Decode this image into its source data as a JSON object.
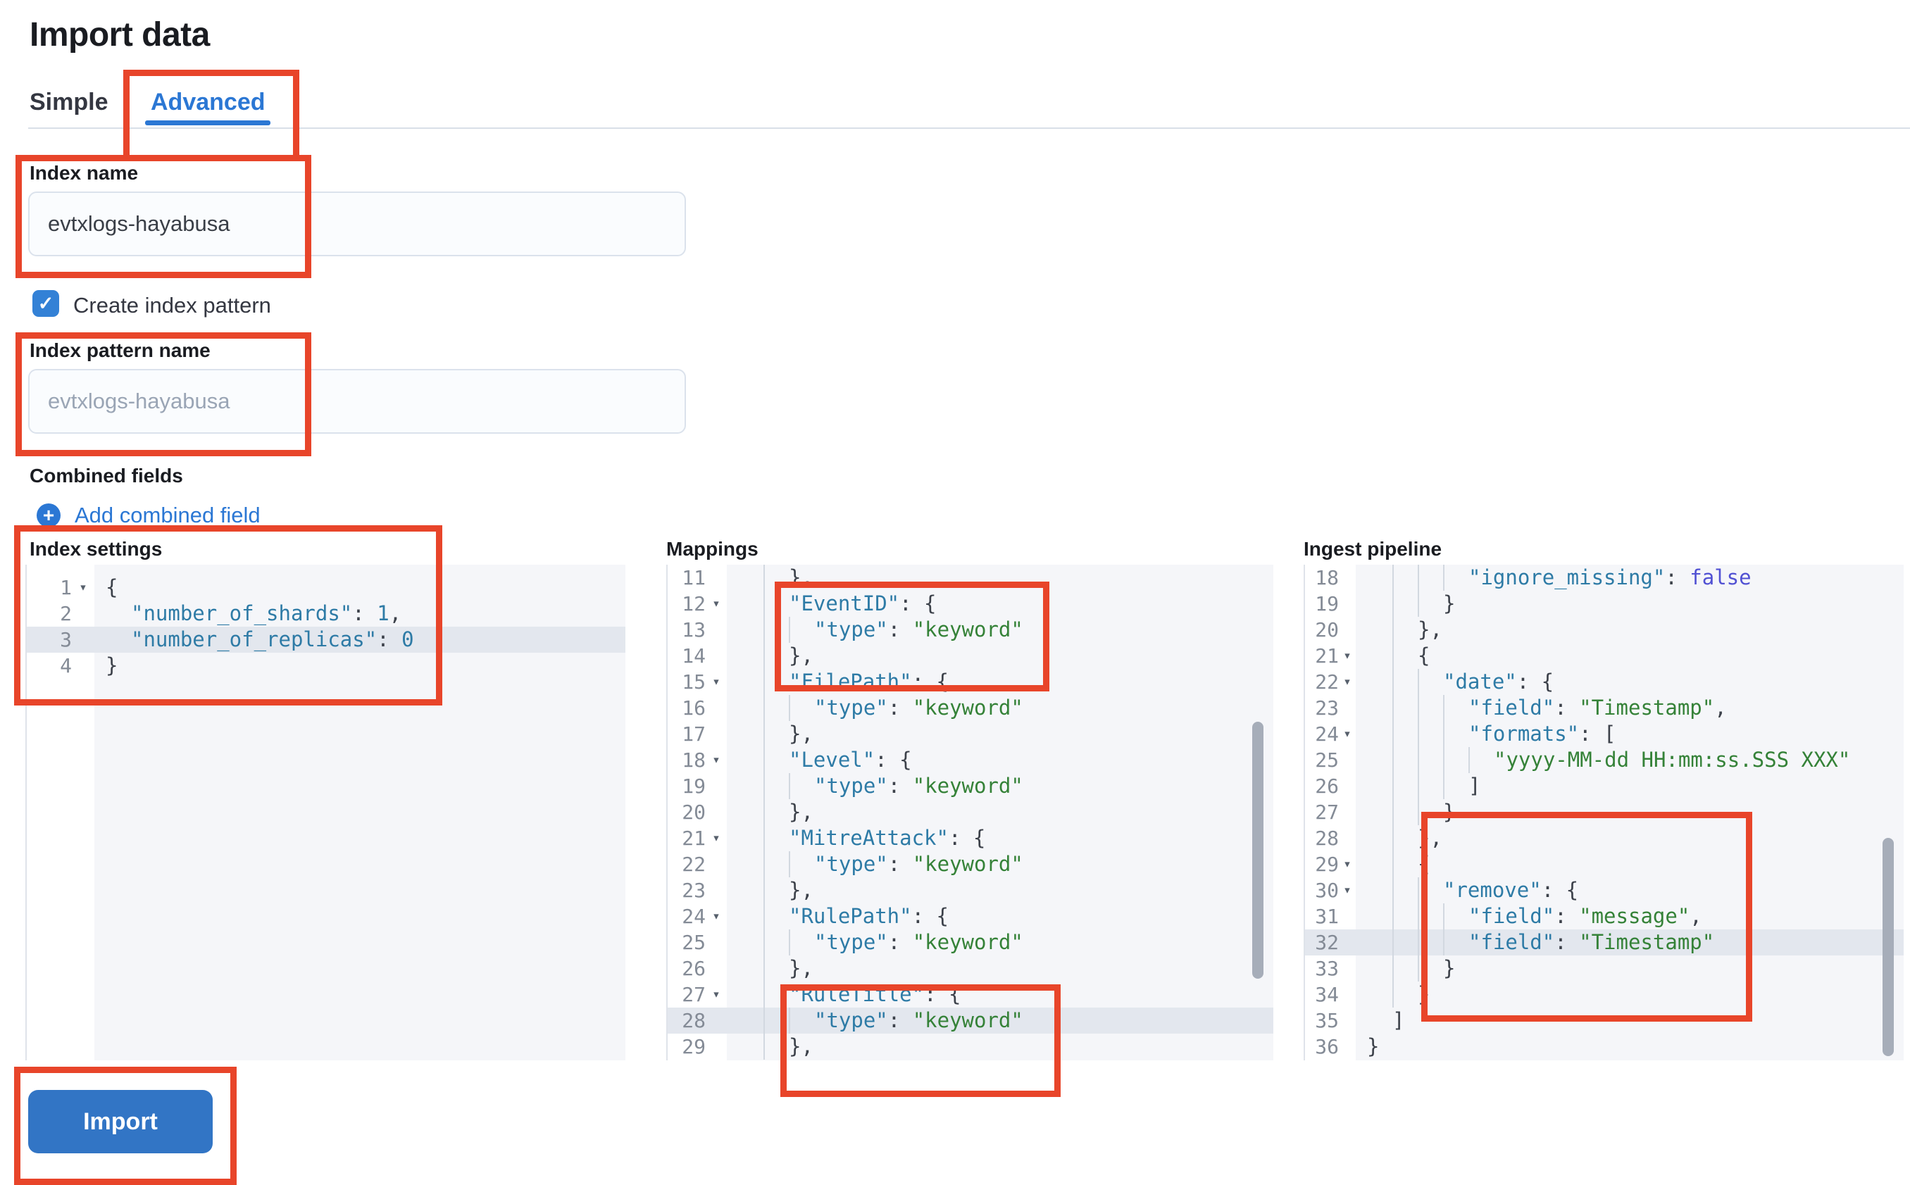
{
  "page": {
    "title": "Import data"
  },
  "tabs": {
    "simple": "Simple",
    "advanced": "Advanced",
    "selected": "Advanced"
  },
  "form": {
    "index_name": {
      "label": "Index name",
      "value": "evtxlogs-hayabusa"
    },
    "create_index_pattern": {
      "label": "Create index pattern",
      "checked": true
    },
    "index_pattern_name": {
      "label": "Index pattern name",
      "placeholder": "evtxlogs-hayabusa"
    },
    "combined_fields": {
      "label": "Combined fields",
      "add_link": "Add combined field"
    }
  },
  "import_button": {
    "label": "Import"
  },
  "icons": {
    "fold_arrow": "▾",
    "plus": "+",
    "check": "✓"
  },
  "colors": {
    "accent_blue": "#2b77d4",
    "button_blue": "#3275c5",
    "annotation_red": "#e8452a",
    "code_key": "#2e7ba6",
    "code_string": "#358238",
    "code_boolean": "#5151d3",
    "active_line": "#e3e7ee"
  },
  "editors": [
    {
      "id": "index-settings",
      "label": "Index settings",
      "active_line": 3,
      "lines": [
        {
          "n": 1,
          "d": 0,
          "a": true,
          "t": [
            [
              "p",
              "{"
            ]
          ]
        },
        {
          "n": 2,
          "d": 1,
          "a": false,
          "t": [
            [
              "k",
              "\"number_of_shards\""
            ],
            [
              "p",
              ": "
            ],
            [
              "num",
              "1"
            ],
            [
              "p",
              ","
            ]
          ]
        },
        {
          "n": 3,
          "d": 1,
          "a": false,
          "t": [
            [
              "k",
              "\"number_of_replicas\""
            ],
            [
              "p",
              ": "
            ],
            [
              "num",
              "0"
            ]
          ]
        },
        {
          "n": 4,
          "d": 0,
          "a": false,
          "t": [
            [
              "p",
              "}"
            ]
          ]
        }
      ]
    },
    {
      "id": "mappings",
      "label": "Mappings",
      "active_line": 28,
      "lines": [
        {
          "n": 11,
          "d": 2,
          "a": false,
          "t": [
            [
              "p",
              "},"
            ]
          ]
        },
        {
          "n": 12,
          "d": 2,
          "a": true,
          "t": [
            [
              "k",
              "\"EventID\""
            ],
            [
              "p",
              ": {"
            ]
          ]
        },
        {
          "n": 13,
          "d": 3,
          "a": false,
          "t": [
            [
              "k",
              "\"type\""
            ],
            [
              "p",
              ": "
            ],
            [
              "s",
              "\"keyword\""
            ]
          ]
        },
        {
          "n": 14,
          "d": 2,
          "a": false,
          "t": [
            [
              "p",
              "},"
            ]
          ]
        },
        {
          "n": 15,
          "d": 2,
          "a": true,
          "t": [
            [
              "k",
              "\"FilePath\""
            ],
            [
              "p",
              ": {"
            ]
          ]
        },
        {
          "n": 16,
          "d": 3,
          "a": false,
          "t": [
            [
              "k",
              "\"type\""
            ],
            [
              "p",
              ": "
            ],
            [
              "s",
              "\"keyword\""
            ]
          ]
        },
        {
          "n": 17,
          "d": 2,
          "a": false,
          "t": [
            [
              "p",
              "},"
            ]
          ]
        },
        {
          "n": 18,
          "d": 2,
          "a": true,
          "t": [
            [
              "k",
              "\"Level\""
            ],
            [
              "p",
              ": {"
            ]
          ]
        },
        {
          "n": 19,
          "d": 3,
          "a": false,
          "t": [
            [
              "k",
              "\"type\""
            ],
            [
              "p",
              ": "
            ],
            [
              "s",
              "\"keyword\""
            ]
          ]
        },
        {
          "n": 20,
          "d": 2,
          "a": false,
          "t": [
            [
              "p",
              "},"
            ]
          ]
        },
        {
          "n": 21,
          "d": 2,
          "a": true,
          "t": [
            [
              "k",
              "\"MitreAttack\""
            ],
            [
              "p",
              ": {"
            ]
          ]
        },
        {
          "n": 22,
          "d": 3,
          "a": false,
          "t": [
            [
              "k",
              "\"type\""
            ],
            [
              "p",
              ": "
            ],
            [
              "s",
              "\"keyword\""
            ]
          ]
        },
        {
          "n": 23,
          "d": 2,
          "a": false,
          "t": [
            [
              "p",
              "},"
            ]
          ]
        },
        {
          "n": 24,
          "d": 2,
          "a": true,
          "t": [
            [
              "k",
              "\"RulePath\""
            ],
            [
              "p",
              ": {"
            ]
          ]
        },
        {
          "n": 25,
          "d": 3,
          "a": false,
          "t": [
            [
              "k",
              "\"type\""
            ],
            [
              "p",
              ": "
            ],
            [
              "s",
              "\"keyword\""
            ]
          ]
        },
        {
          "n": 26,
          "d": 2,
          "a": false,
          "t": [
            [
              "p",
              "},"
            ]
          ]
        },
        {
          "n": 27,
          "d": 2,
          "a": true,
          "t": [
            [
              "k",
              "\"RuleTitle\""
            ],
            [
              "p",
              ": {"
            ]
          ]
        },
        {
          "n": 28,
          "d": 3,
          "a": false,
          "t": [
            [
              "k",
              "\"type\""
            ],
            [
              "p",
              ": "
            ],
            [
              "s",
              "\"keyword\""
            ]
          ]
        },
        {
          "n": 29,
          "d": 2,
          "a": false,
          "t": [
            [
              "p",
              "},"
            ]
          ]
        }
      ]
    },
    {
      "id": "ingest-pipeline",
      "label": "Ingest pipeline",
      "active_line": 32,
      "lines": [
        {
          "n": 18,
          "d": 4,
          "a": false,
          "t": [
            [
              "k",
              "\"ignore_missing\""
            ],
            [
              "p",
              ": "
            ],
            [
              "b",
              "false"
            ]
          ]
        },
        {
          "n": 19,
          "d": 3,
          "a": false,
          "t": [
            [
              "p",
              "}"
            ]
          ]
        },
        {
          "n": 20,
          "d": 2,
          "a": false,
          "t": [
            [
              "p",
              "},"
            ]
          ]
        },
        {
          "n": 21,
          "d": 2,
          "a": true,
          "t": [
            [
              "p",
              "{"
            ]
          ]
        },
        {
          "n": 22,
          "d": 3,
          "a": true,
          "t": [
            [
              "k",
              "\"date\""
            ],
            [
              "p",
              ": {"
            ]
          ]
        },
        {
          "n": 23,
          "d": 4,
          "a": false,
          "t": [
            [
              "k",
              "\"field\""
            ],
            [
              "p",
              ": "
            ],
            [
              "s",
              "\"Timestamp\""
            ],
            [
              "p",
              ","
            ]
          ]
        },
        {
          "n": 24,
          "d": 4,
          "a": true,
          "t": [
            [
              "k",
              "\"formats\""
            ],
            [
              "p",
              ": ["
            ]
          ]
        },
        {
          "n": 25,
          "d": 5,
          "a": false,
          "t": [
            [
              "s",
              "\"yyyy-MM-dd HH:mm:ss.SSS XXX\""
            ]
          ]
        },
        {
          "n": 26,
          "d": 4,
          "a": false,
          "t": [
            [
              "p",
              "]"
            ]
          ]
        },
        {
          "n": 27,
          "d": 3,
          "a": false,
          "t": [
            [
              "p",
              "}"
            ]
          ]
        },
        {
          "n": 28,
          "d": 2,
          "a": false,
          "t": [
            [
              "p",
              "},"
            ]
          ]
        },
        {
          "n": 29,
          "d": 2,
          "a": true,
          "t": [
            [
              "p",
              "{"
            ]
          ]
        },
        {
          "n": 30,
          "d": 3,
          "a": true,
          "t": [
            [
              "k",
              "\"remove\""
            ],
            [
              "p",
              ": {"
            ]
          ]
        },
        {
          "n": 31,
          "d": 4,
          "a": false,
          "t": [
            [
              "k",
              "\"field\""
            ],
            [
              "p",
              ": "
            ],
            [
              "s",
              "\"message\""
            ],
            [
              "p",
              ","
            ]
          ]
        },
        {
          "n": 32,
          "d": 4,
          "a": false,
          "t": [
            [
              "k",
              "\"field\""
            ],
            [
              "p",
              ": "
            ],
            [
              "s",
              "\"Timestamp\""
            ]
          ]
        },
        {
          "n": 33,
          "d": 3,
          "a": false,
          "t": [
            [
              "p",
              "}"
            ]
          ]
        },
        {
          "n": 34,
          "d": 2,
          "a": false,
          "t": [
            [
              "p",
              "}"
            ]
          ]
        },
        {
          "n": 35,
          "d": 1,
          "a": false,
          "t": [
            [
              "p",
              "]"
            ]
          ]
        },
        {
          "n": 36,
          "d": 0,
          "a": false,
          "t": [
            [
              "p",
              "}"
            ]
          ]
        }
      ]
    }
  ]
}
